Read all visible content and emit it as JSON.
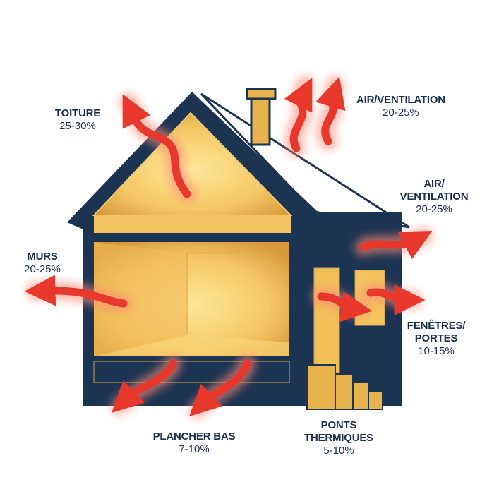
{
  "labels": {
    "roof": {
      "title": "TOITURE",
      "pct": "25-30%"
    },
    "air_top": {
      "title": "AIR/VENTILATION",
      "pct": "20-25%"
    },
    "air_side": {
      "title": "AIR/\nVENTILATION",
      "pct": "20-25%"
    },
    "walls": {
      "title": "MURS",
      "pct": "20-25%"
    },
    "windows": {
      "title": "FENÊTRES/\nPORTES",
      "pct": "10-15%"
    },
    "floor": {
      "title": "PLANCHER BAS",
      "pct": "7-10%"
    },
    "bridges": {
      "title": "PONTS\nTHERMIQUES",
      "pct": "5-10%"
    }
  },
  "colors": {
    "navy": "#1b3452",
    "warm": "#f3c45e",
    "heat": "#ea3a2c"
  }
}
